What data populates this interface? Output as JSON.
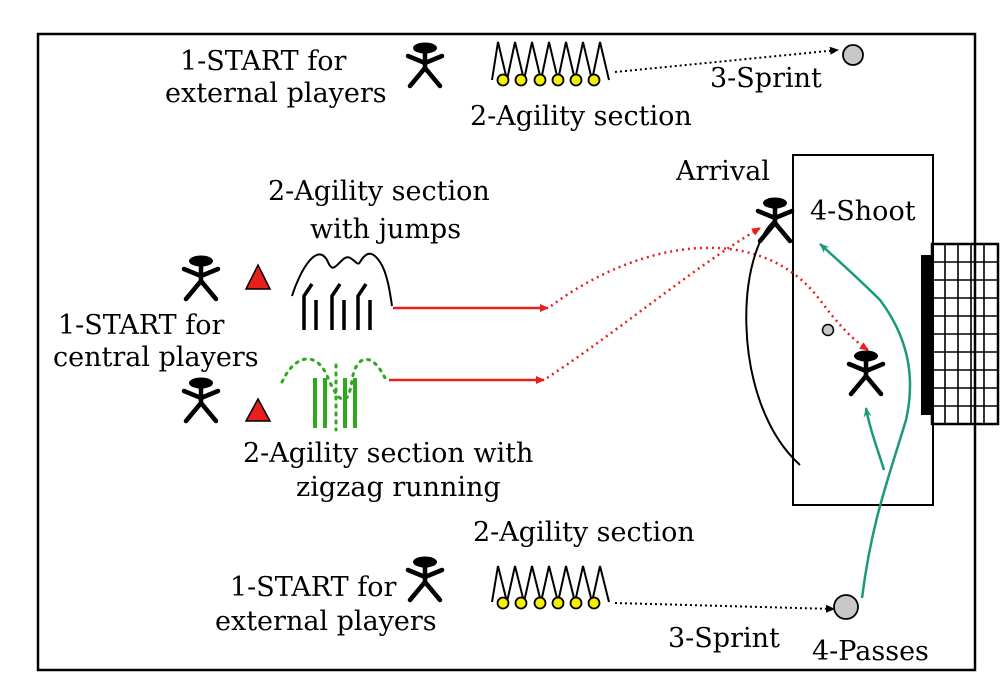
{
  "labels": {
    "top_start_l1": "1-START  for",
    "top_start_l2": "external players",
    "top_agility": "2-Agility section",
    "top_sprint": "3-Sprint",
    "arrival": "Arrival",
    "shoot": "4-Shoot",
    "jumps_l1": "2-Agility section",
    "jumps_l2": "with jumps",
    "central_l1": "1-START  for",
    "central_l2": "central players",
    "zigzag_l1": "2-Agility section with",
    "zigzag_l2": "zigzag running",
    "bottom_agility": "2-Agility section",
    "bottom_start_l1": "1-START  for",
    "bottom_start_l2": "external players",
    "bottom_sprint": "3-Sprint",
    "passes": "4-Passes"
  },
  "colors": {
    "red": "#e8201c",
    "green": "#2ea81c",
    "teal": "#1a9a7a",
    "cone_yellow": "#f4f000",
    "ball_gray": "#c8c8c8",
    "black": "#000000"
  },
  "icons": {
    "player": "stick-figure-icon",
    "cone": "red-triangle-cone-icon",
    "ball": "ball-icon",
    "goal": "goal-net-icon"
  }
}
